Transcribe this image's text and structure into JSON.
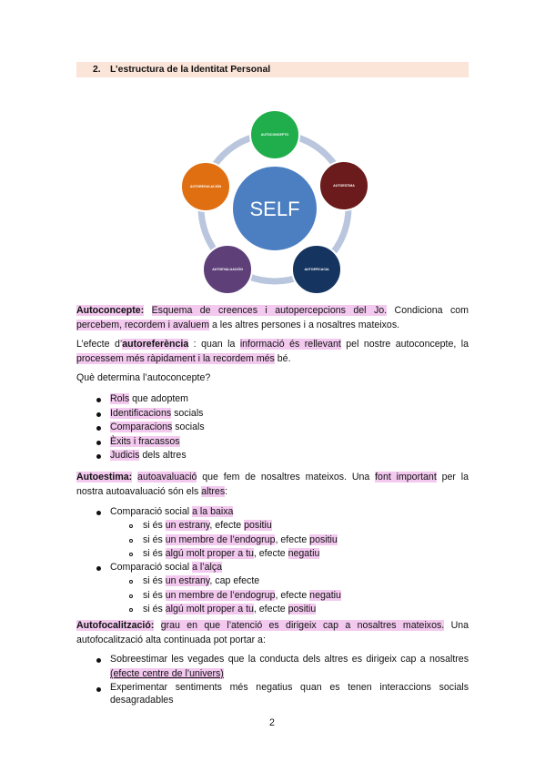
{
  "header": {
    "number": "2.",
    "title": "L’estructura de la Identitat Personal"
  },
  "diagram": {
    "center": "SELF",
    "nodes": [
      {
        "label": "AUTOCONCEPTO",
        "color": "#1fae4b"
      },
      {
        "label": "AUTOESTIMA",
        "color": "#6b1b1b"
      },
      {
        "label": "AUTOEFICACIA",
        "color": "#15345f"
      },
      {
        "label": "AUTOEVALUACIÓN",
        "color": "#5e3f78"
      },
      {
        "label": "AUTOREGULACIÓN",
        "color": "#e06f12"
      }
    ],
    "center_color": "#4b7fc2",
    "ring_color": "#b9c6dd"
  },
  "p1": {
    "term": "Autoconcepte:",
    "hl1": "Esquema de creences i autopercepcions del Jo.",
    "t1": " Condiciona com ",
    "hl2": "percebem, recordem i avaluem",
    "t2": " a les altres persones i a nosaltres mateixos."
  },
  "p2": {
    "t1": "L’efecte d’",
    "term": "autoreferència",
    "t2": " : quan la ",
    "hl1": "informació és rellevant",
    "t3": " pel nostre autoconcepte, la ",
    "hl2": "processem més ràpidament i la recordem més",
    "t4": " bé."
  },
  "q1": "Què determina l’autoconcepte?",
  "list1": [
    {
      "hl": "Rols",
      "rest": " que adoptem"
    },
    {
      "hl": "Identificacions",
      "rest": " socials"
    },
    {
      "hl": "Comparacions",
      "rest": " socials"
    },
    {
      "hl": "Èxits i fracassos",
      "rest": ""
    },
    {
      "hl": "Judicis",
      "rest": " dels altres"
    }
  ],
  "p3": {
    "term": "Autoestima:",
    "hl1": "autoavaluació",
    "t1": " que fem de nosaltres mateixos. Una ",
    "hl2": "font important",
    "t2": " per la nostra autoavaluació són els ",
    "hl3": "altres",
    "t3": ":"
  },
  "comp_baixa": {
    "t1": "Comparació social ",
    "hl": "a la baixa",
    "items": [
      {
        "t1": "si és ",
        "hl1": "un estrany",
        "t2": ", efecte ",
        "hl2": "positiu"
      },
      {
        "t1": "si és ",
        "hl1": "un membre de l’endogrup",
        "t2": ", efecte ",
        "hl2": "positiu"
      },
      {
        "t1": "si és ",
        "hl1": "algú molt proper a tu",
        "t2": ", efecte ",
        "hl2": "negatiu"
      }
    ]
  },
  "comp_alca": {
    "t1": "Comparació social ",
    "hl": "a l’alça",
    "items": [
      {
        "t1": "si és ",
        "hl1": "un estrany",
        "t2": ", cap efecte",
        "hl2": ""
      },
      {
        "t1": "si és ",
        "hl1": "un membre de l’endogrup",
        "t2": ", efecte ",
        "hl2": "negatiu"
      },
      {
        "t1": "si és ",
        "hl1": "algú molt proper a tu",
        "t2": ", efecte ",
        "hl2": "positiu"
      }
    ]
  },
  "p4": {
    "term": "Autofocalització:",
    "hl1": "grau en que l’atenció es dirigeix cap a nosaltres mateixos.",
    "t1": " Una autofocalització alta continuada pot portar a:"
  },
  "list2": [
    {
      "t1": "Sobreestimar les vegades que la conducta dels altres es dirigeix cap a nosaltres ",
      "hl": "(efecte centre de l’univers)"
    },
    {
      "t1": "Experimentar sentiments més negatius quan es tenen interaccions socials desagradables",
      "hl": ""
    }
  ],
  "page_number": "2"
}
